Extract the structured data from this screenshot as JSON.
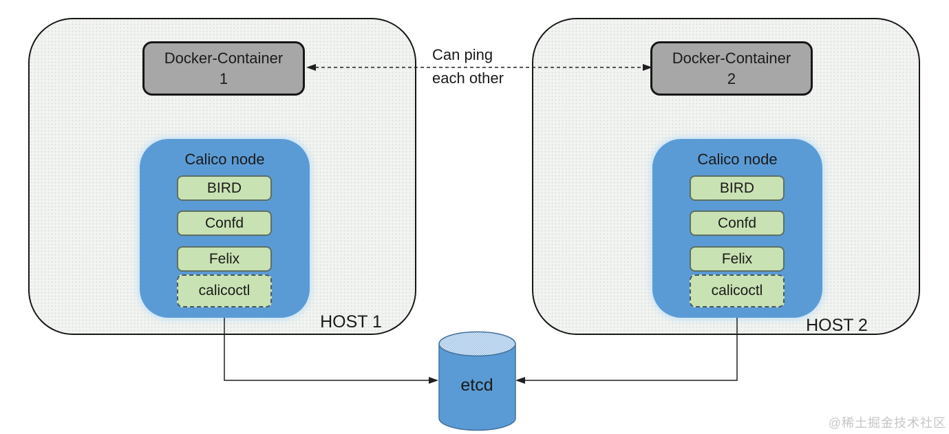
{
  "hosts": [
    {
      "label": "HOST 1",
      "docker_container": "Docker-Container\n1",
      "calico_node": {
        "title": "Calico node",
        "components": [
          "BIRD",
          "Confd",
          "Felix"
        ],
        "cli_tool": "calicoctl"
      }
    },
    {
      "label": "HOST 2",
      "docker_container": "Docker-Container\n2",
      "calico_node": {
        "title": "Calico node",
        "components": [
          "BIRD",
          "Confd",
          "Felix"
        ],
        "cli_tool": "calicoctl"
      }
    }
  ],
  "annotations": {
    "ping_label": "Can ping\neach other"
  },
  "etcd": {
    "label": "etcd"
  },
  "watermark": "@稀土掘金技术社区",
  "colors": {
    "host_fill": "#f2f4f1",
    "host_border": "#161616",
    "docker_fill": "#a7a7a7",
    "docker_border": "#161616",
    "calico_fill": "#5b9bd5",
    "component_fill": "#c9e2b3",
    "component_border": "#5d6f62",
    "calicoctl_border": "#46586b",
    "etcd_fill": "#5b9bd5",
    "etcd_stroke": "#41719c",
    "etcd_top_hatch": "#8fb8e2",
    "line_color": "#1f1f1f",
    "watermark_color": "#c6c6c6"
  }
}
